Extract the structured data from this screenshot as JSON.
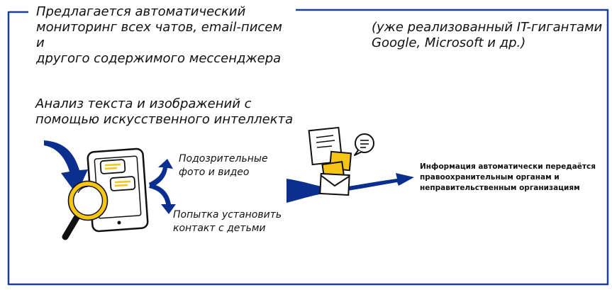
{
  "intro": {
    "lines": [
      "Предлагается автоматический",
      "мониторинг всех чатов, email-писем и",
      "другого содержимого мессенджера"
    ]
  },
  "note": {
    "lines": [
      "(уже реализованный IT-гигантами",
      "Google, Microsoft и др.)"
    ]
  },
  "analysis": {
    "lines": [
      "Анализ текста и изображений с",
      "помощью искусственного интеллекта"
    ]
  },
  "outputs": {
    "photo": [
      "Подозрительные",
      "фото и видео"
    ],
    "contact": [
      "Попытка установить",
      "контакт с детьми"
    ]
  },
  "transfer": {
    "lines": [
      "Информация автоматически передаётся",
      "правоохранительным органам и",
      "неправительственным организациям"
    ]
  },
  "colors": {
    "border": "#1c3f94",
    "arrow": "#0b2f8f",
    "accent_yellow": "#f5c518",
    "ink": "#111111"
  },
  "icons": [
    "tablet-icon",
    "chat-bubble-icon",
    "magnifier-icon",
    "document-icon",
    "envelope-icon",
    "photo-icon",
    "speech-bubble-icon"
  ]
}
